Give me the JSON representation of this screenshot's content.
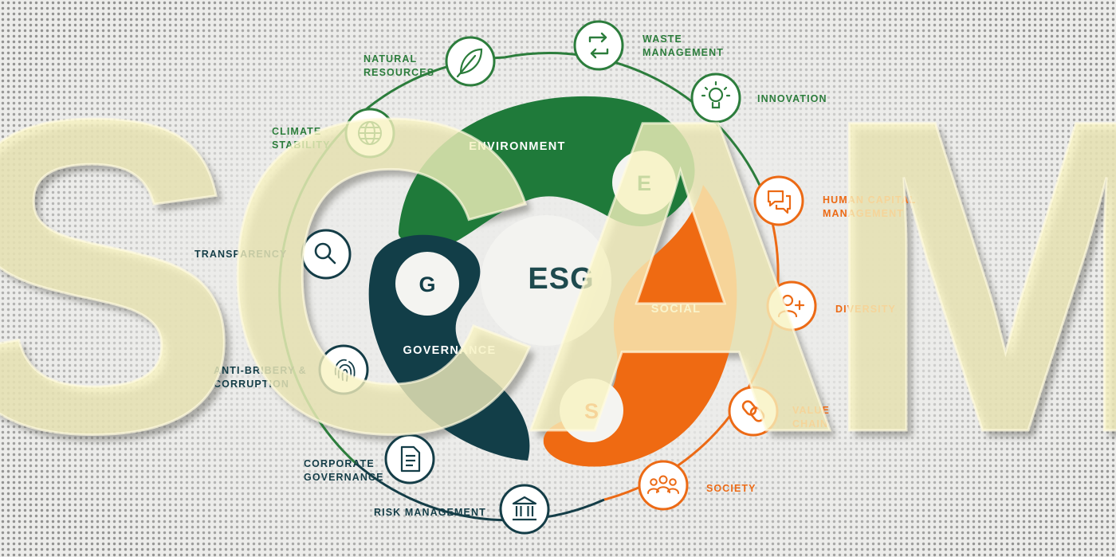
{
  "overlay_word": "SCAM",
  "center_label": "ESG",
  "segments": {
    "environment": {
      "label": "ENVIRONMENT",
      "letter": "E",
      "color": "#1f7a3a"
    },
    "social": {
      "label": "SOCIAL",
      "letter": "S",
      "color": "#ef6a12"
    },
    "governance": {
      "label": "GOVERNANCE",
      "letter": "G",
      "color": "#123e48"
    }
  },
  "colors": {
    "green": "#2c7d3c",
    "orange": "#ec6a15",
    "navy": "#143d47",
    "scam_fill": "#f7f2bf"
  },
  "nodes": {
    "waste": {
      "line1": "WASTE",
      "line2": "MANAGEMENT",
      "icon": "recycle-arrows-icon"
    },
    "natural": {
      "line1": "NATURAL",
      "line2": "RESOURCES",
      "icon": "leaf-icon"
    },
    "innovation": {
      "line1": "INNOVATION",
      "icon": "lightbulb-icon"
    },
    "climate": {
      "line1": "CLIMATE",
      "line2": "STABILITY",
      "icon": "globe-icon"
    },
    "human": {
      "line1": "HUMAN CAPITAL",
      "line2": "MANAGEMENT",
      "icon": "chat-bubbles-icon"
    },
    "transparency": {
      "line1": "TRANSPARENCY",
      "icon": "magnifier-icon"
    },
    "diversity": {
      "line1": "DIVERSITY",
      "icon": "add-user-icon"
    },
    "bribery": {
      "line1": "ANTI-BRIBERY &",
      "line2": "CORRUPTION",
      "icon": "fingerprint-icon"
    },
    "value": {
      "line1": "VALUE",
      "line2": "CHAIN",
      "icon": "chain-link-icon"
    },
    "corporate": {
      "line1": "CORPORATE",
      "line2": "GOVERNANCE",
      "icon": "document-icon"
    },
    "society": {
      "line1": "SOCIETY",
      "icon": "people-group-icon"
    },
    "risk": {
      "line1": "RISK MANAGEMENT",
      "icon": "bank-building-icon"
    }
  }
}
